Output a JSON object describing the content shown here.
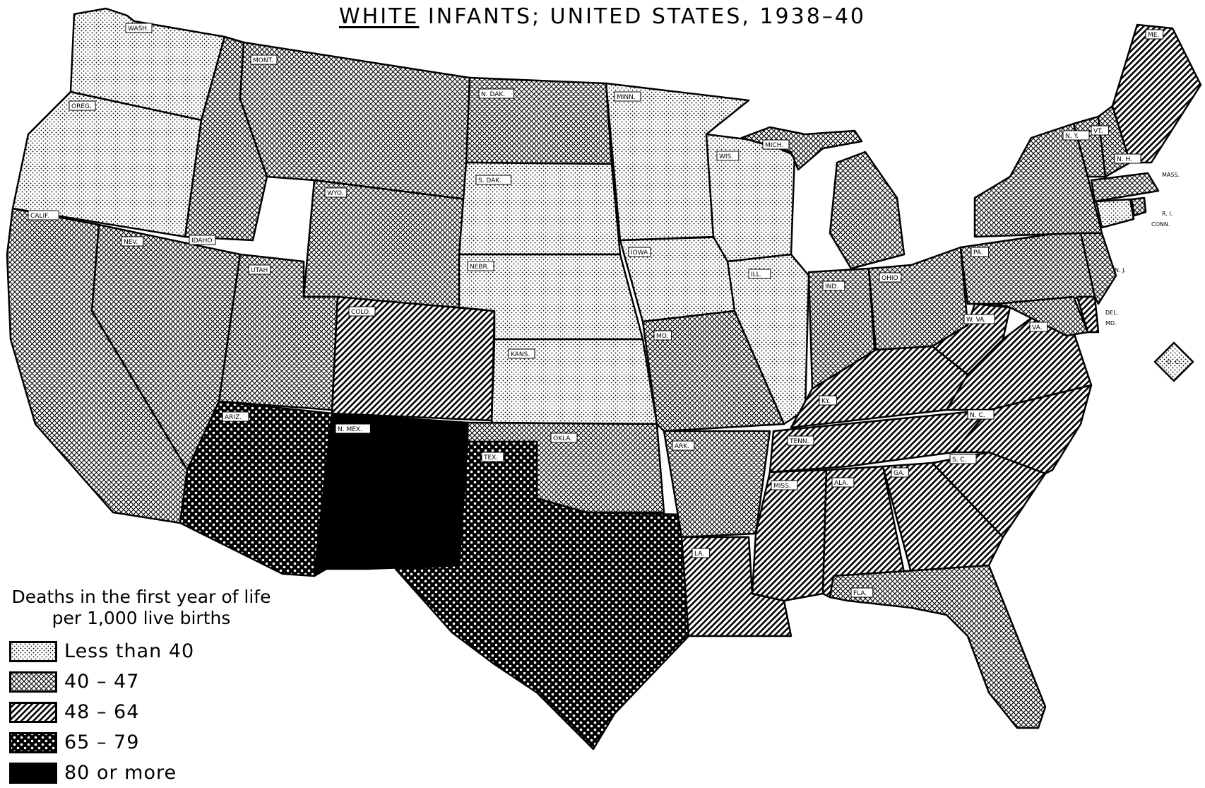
{
  "map_title": {
    "underlined": "WHITE",
    "rest": "INFANTS; UNITED STATES, 1938–40"
  },
  "legend": {
    "heading_line1": "Deaths in the first year of life",
    "heading_line2": "per 1,000 live births",
    "classes": [
      {
        "key": "c1",
        "label": "Less than 40",
        "pattern": "fine-dots"
      },
      {
        "key": "c2",
        "label": "40 – 47",
        "pattern": "crosshatch"
      },
      {
        "key": "c3",
        "label": "48 – 64",
        "pattern": "diagonal-lines"
      },
      {
        "key": "c4",
        "label": "65 – 79",
        "pattern": "white-dots-on-black"
      },
      {
        "key": "c5",
        "label": "80 or more",
        "pattern": "solid-black"
      }
    ]
  },
  "states": [
    {
      "id": "WA",
      "label": "WASH.",
      "class": "c1"
    },
    {
      "id": "OR",
      "label": "OREG.",
      "class": "c1"
    },
    {
      "id": "CA",
      "label": "CALIF.",
      "class": "c2"
    },
    {
      "id": "NV",
      "label": "NEV.",
      "class": "c2"
    },
    {
      "id": "ID",
      "label": "IDAHO",
      "class": "c2"
    },
    {
      "id": "MT",
      "label": "MONT.",
      "class": "c2"
    },
    {
      "id": "WY",
      "label": "WYO.",
      "class": "c2"
    },
    {
      "id": "UT",
      "label": "UTAH",
      "class": "c2"
    },
    {
      "id": "CO",
      "label": "COLO.",
      "class": "c3"
    },
    {
      "id": "AZ",
      "label": "ARIZ.",
      "class": "c4"
    },
    {
      "id": "NM",
      "label": "N. MEX.",
      "class": "c5"
    },
    {
      "id": "ND",
      "label": "N. DAK.",
      "class": "c2"
    },
    {
      "id": "SD",
      "label": "S. DAK.",
      "class": "c1"
    },
    {
      "id": "NE",
      "label": "NEBR.",
      "class": "c1"
    },
    {
      "id": "KS",
      "label": "KANS.",
      "class": "c1"
    },
    {
      "id": "OK",
      "label": "OKLA.",
      "class": "c2"
    },
    {
      "id": "TX",
      "label": "TEX.",
      "class": "c4"
    },
    {
      "id": "MN",
      "label": "MINN.",
      "class": "c1"
    },
    {
      "id": "IA",
      "label": "IOWA",
      "class": "c1"
    },
    {
      "id": "MO",
      "label": "MO.",
      "class": "c2"
    },
    {
      "id": "AR",
      "label": "ARK.",
      "class": "c2"
    },
    {
      "id": "LA",
      "label": "LA.",
      "class": "c3"
    },
    {
      "id": "WI",
      "label": "WIS.",
      "class": "c1"
    },
    {
      "id": "MI",
      "label": "MICH.",
      "class": "c2"
    },
    {
      "id": "IL",
      "label": "ILL.",
      "class": "c1"
    },
    {
      "id": "IN",
      "label": "IND.",
      "class": "c2"
    },
    {
      "id": "OH",
      "label": "OHIO",
      "class": "c2"
    },
    {
      "id": "KY",
      "label": "KY.",
      "class": "c3"
    },
    {
      "id": "TN",
      "label": "TENN.",
      "class": "c3"
    },
    {
      "id": "MS",
      "label": "MISS.",
      "class": "c3"
    },
    {
      "id": "AL",
      "label": "ALA.",
      "class": "c3"
    },
    {
      "id": "GA",
      "label": "GA.",
      "class": "c3"
    },
    {
      "id": "FL",
      "label": "FLA.",
      "class": "c2"
    },
    {
      "id": "SC",
      "label": "S. C.",
      "class": "c3"
    },
    {
      "id": "NC",
      "label": "N. C.",
      "class": "c3"
    },
    {
      "id": "VA",
      "label": "VA.",
      "class": "c3"
    },
    {
      "id": "WV",
      "label": "W. VA.",
      "class": "c3"
    },
    {
      "id": "PA",
      "label": "PA.",
      "class": "c2"
    },
    {
      "id": "NY",
      "label": "N. Y.",
      "class": "c2"
    },
    {
      "id": "VT",
      "label": "VT.",
      "class": "c2"
    },
    {
      "id": "NH",
      "label": "N. H.",
      "class": "c2"
    },
    {
      "id": "ME",
      "label": "ME.",
      "class": "c3"
    },
    {
      "id": "MA",
      "label": "MASS.",
      "class": "c2"
    },
    {
      "id": "RI",
      "label": "R. I.",
      "class": "c2"
    },
    {
      "id": "CT",
      "label": "CONN.",
      "class": "c1"
    },
    {
      "id": "NJ",
      "label": "N. J.",
      "class": "c2"
    },
    {
      "id": "DE",
      "label": "DEL.",
      "class": "c3"
    },
    {
      "id": "MD",
      "label": "MD.",
      "class": "c2"
    },
    {
      "id": "DC",
      "label": "D. C.",
      "class": "c1"
    }
  ]
}
